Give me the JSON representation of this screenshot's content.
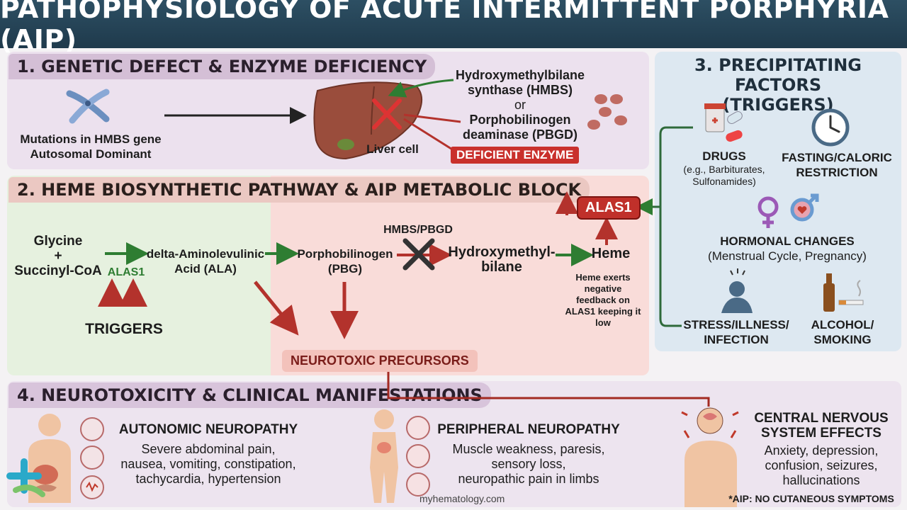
{
  "title": "PATHOPHYSIOLOGY OF ACUTE INTERMITTENT PORPHYRIA (AIP)",
  "section1": {
    "heading": "1. GENETIC DEFECT & ENZYME DEFICIENCY",
    "mutation_line1": "Mutations in HMBS gene",
    "mutation_line2": "Autosomal Dominant",
    "liver_label": "Liver cell",
    "enzyme_name1_a": "Hydroxymethylbilane",
    "enzyme_name1_b": "synthase (HMBS)",
    "or_text": "or",
    "enzyme_name2_a": "Porphobilinogen",
    "enzyme_name2_b": "deaminase (PBGD)",
    "deficient_label": "DEFICIENT ENZYME"
  },
  "section2": {
    "heading": "2. HEME BIOSYNTHETIC PATHWAY & AIP METABOLIC BLOCK",
    "glycine": "Glycine",
    "plus": "+",
    "succinyl": "Succinyl-CoA",
    "alas1_small": "ALAS1",
    "ala_a": "delta-Aminolevulinic",
    "ala_b": "Acid (ALA)",
    "pbg_a": "Porphobilinogen",
    "pbg_b": "(PBG)",
    "block_label": "HMBS/PBGD",
    "hmb_a": "Hydroxymethyl-",
    "hmb_b": "bilane",
    "heme": "Heme",
    "alas1_box": "ALAS1",
    "feedback_1": "Heme exerts",
    "feedback_2": "negative",
    "feedback_3": "feedback on",
    "feedback_4": "ALAS1 keeping it",
    "feedback_5": "low",
    "triggers": "TRIGGERS",
    "neurotoxic": "NEUROTOXIC PRECURSORS"
  },
  "section3": {
    "heading_a": "3. PRECIPITATING FACTORS",
    "heading_b": "(TRIGGERS)",
    "drugs": "DRUGS",
    "drugs_sub1": "(e.g., Barbiturates,",
    "drugs_sub2": "Sulfonamides)",
    "fasting_a": "FASTING/CALORIC",
    "fasting_b": "RESTRICTION",
    "hormonal": "HORMONAL CHANGES",
    "hormonal_sub": "(Menstrual Cycle, Pregnancy)",
    "stress_a": "STRESS/ILLNESS/",
    "stress_b": "INFECTION",
    "alcohol_a": "ALCOHOL/",
    "alcohol_b": "SMOKING"
  },
  "section4": {
    "heading": "4. NEUROTOXICITY & CLINICAL MANIFESTATIONS",
    "auto_title": "AUTONOMIC NEUROPATHY",
    "auto_1": "Severe abdominal pain,",
    "auto_2": "nausea, vomiting, constipation,",
    "auto_3": "tachycardia, hypertension",
    "peri_title": "PERIPHERAL NEUROPATHY",
    "peri_1": "Muscle weakness, paresis,",
    "peri_2": "sensory loss,",
    "peri_3": "neuropathic pain in limbs",
    "cns_title_a": "CENTRAL NERVOUS",
    "cns_title_b": "SYSTEM EFFECTS",
    "cns_1": "Anxiety, depression,",
    "cns_2": "confusion, seizures,",
    "cns_3": "hallucinations",
    "footnote": "*AIP: NO CUTANEOUS SYMPTOMS",
    "watermark": "myhematology.com"
  },
  "colors": {
    "title_bg": "#1f3a4c",
    "arrow_green": "#2e7d32",
    "arrow_red": "#b3322c",
    "alas_red": "#c0302a"
  }
}
